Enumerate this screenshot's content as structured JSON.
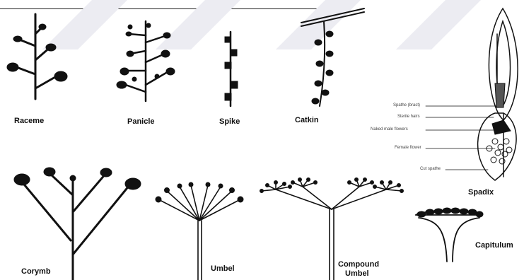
{
  "labels": {
    "raceme": "Raceme",
    "panicle": "Panicle",
    "spike": "Spike",
    "catkin": "Catkin",
    "corymb": "Corymb",
    "umbel": "Umbel",
    "compound_umbel_line1": "Compound",
    "compound_umbel_line2": "Umbel",
    "spadix": "Spadix",
    "capitulum": "Capitulum"
  },
  "spadix_callouts": [
    "Spathe (bract)",
    "Sterile hairs",
    "Naked male flowers",
    "Female flower",
    "Cut spathe"
  ],
  "colors": {
    "ink": "#111111",
    "watermark": "#e6e6ee"
  }
}
